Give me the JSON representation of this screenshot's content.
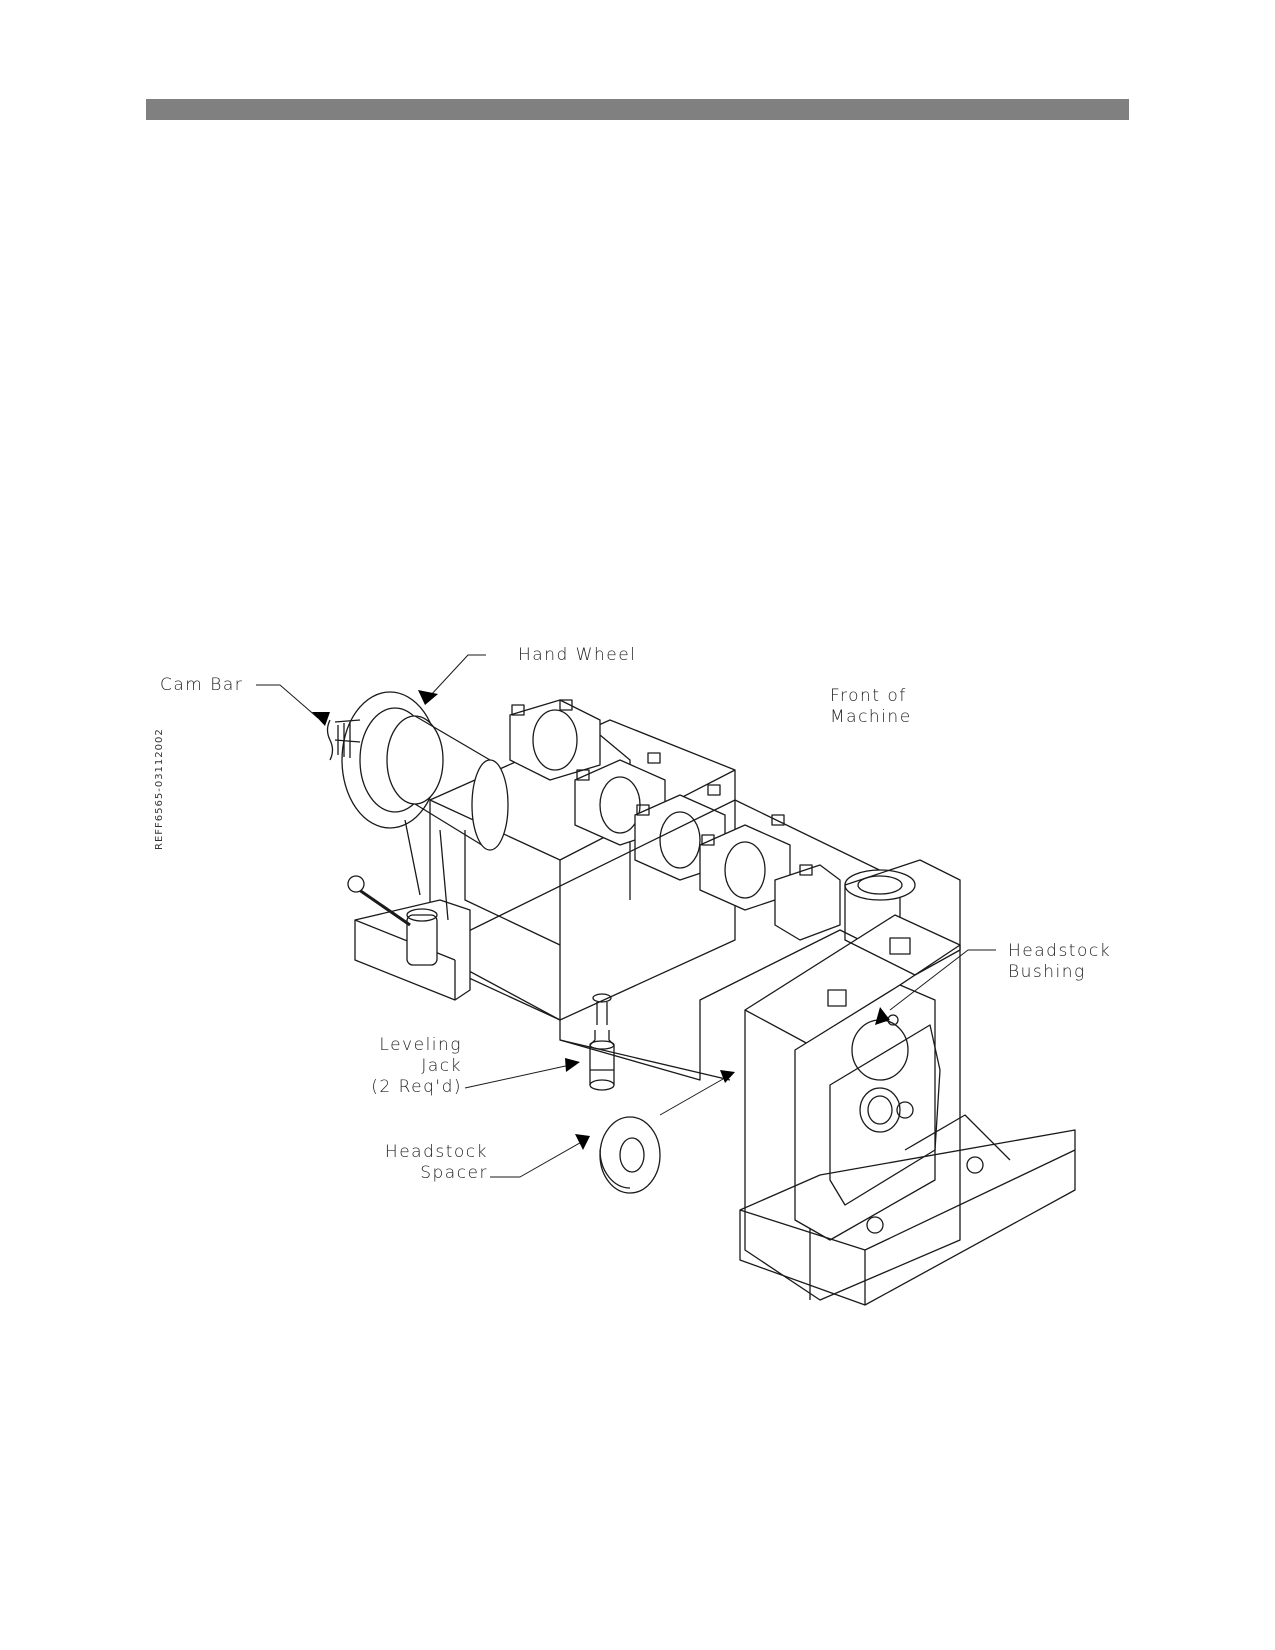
{
  "labels": {
    "hand_wheel": "Hand Wheel",
    "cam_bar": "Cam Bar",
    "front_line1": "Front of",
    "front_line2": "Machine",
    "headstock_bushing_line1": "Headstock",
    "headstock_bushing_line2": "Bushing",
    "leveling_line1": "Leveling",
    "leveling_line2": "Jack",
    "leveling_line3": "(2 Req'd)",
    "spacer_line1": "Headstock",
    "spacer_line2": "Spacer"
  },
  "reference_code": "REFF6565-03112002",
  "colors": {
    "header_bar": "#808080",
    "line": "#1a1a1a"
  }
}
